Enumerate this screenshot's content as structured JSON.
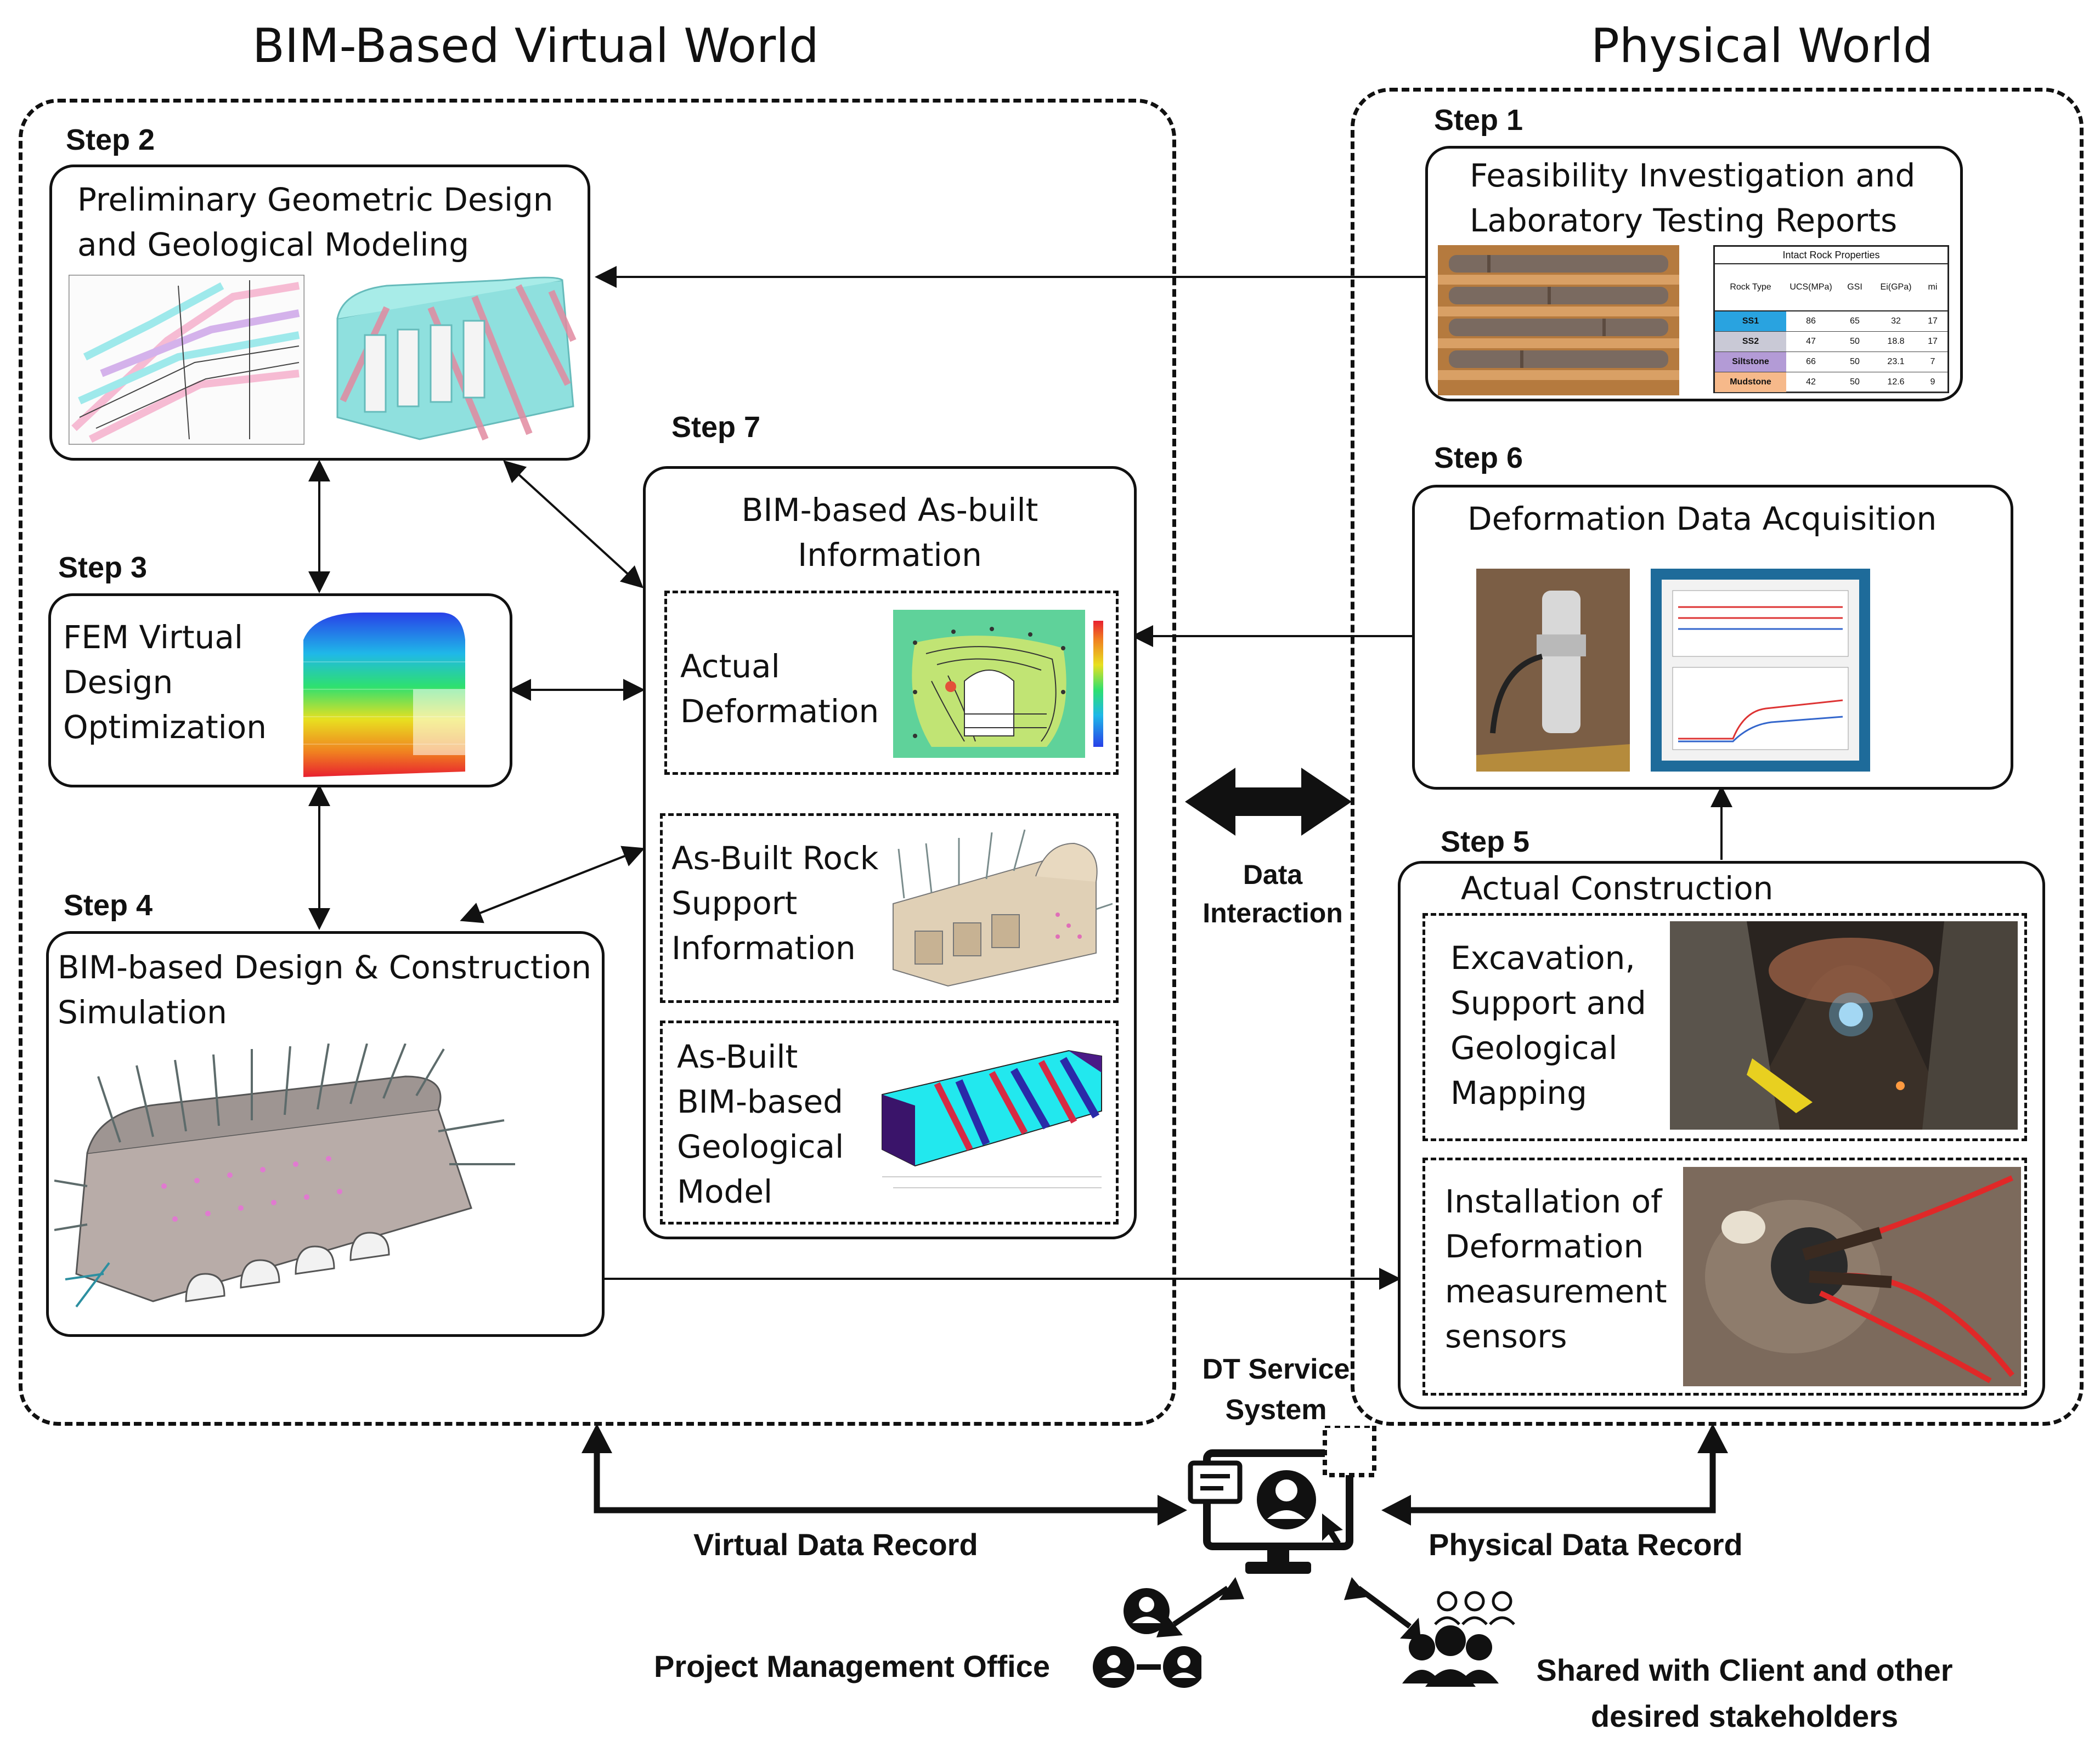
{
  "titles": {
    "virtual_world": "BIM-Based Virtual World",
    "physical_world": "Physical World"
  },
  "steps": {
    "step1": {
      "label": "Step 1",
      "text": [
        "Feasibility Investigation and",
        "Laboratory Testing Reports"
      ]
    },
    "step2": {
      "label": "Step 2",
      "text": [
        "Preliminary Geometric Design",
        "and Geological Modeling"
      ]
    },
    "step3": {
      "label": "Step 3",
      "text": [
        "FEM Virtual",
        "Design",
        "Optimization"
      ]
    },
    "step4": {
      "label": "Step 4",
      "text": [
        "BIM-based Design & Construction",
        "Simulation"
      ]
    },
    "step5": {
      "label": "Step 5",
      "text": [
        "Actual Construction"
      ],
      "sub1": [
        "Excavation,",
        "Support and",
        "Geological",
        "Mapping"
      ],
      "sub2": [
        "Installation of",
        "Deformation",
        "measurement",
        "sensors"
      ]
    },
    "step6": {
      "label": "Step 6",
      "text": [
        "Deformation Data Acquisition"
      ]
    },
    "step7": {
      "label": "Step 7",
      "text": [
        "BIM-based As-built",
        "Information"
      ],
      "sub1": [
        "Actual",
        "Deformation"
      ],
      "sub2": [
        "As-Built Rock",
        "Support",
        "Information"
      ],
      "sub3": [
        "As-Built",
        "BIM-based",
        "Geological",
        "Model"
      ]
    }
  },
  "rock_table": {
    "title": "Intact Rock Properties",
    "headers": [
      "Rock Type",
      "UCS(MPa)",
      "GSI",
      "Ei(GPa)",
      "mi"
    ],
    "rows": [
      {
        "cells": [
          "SS1",
          "86",
          "65",
          "32",
          "17"
        ],
        "color": "#29a3e0"
      },
      {
        "cells": [
          "SS2",
          "47",
          "50",
          "18.8",
          "17"
        ],
        "color": "#c9c9d6"
      },
      {
        "cells": [
          "Siltstone",
          "66",
          "50",
          "23.1",
          "7"
        ],
        "color": "#b39bd6"
      },
      {
        "cells": [
          "Mudstone",
          "42",
          "50",
          "12.6",
          "9"
        ],
        "color": "#f6b98a"
      }
    ]
  },
  "labels": {
    "data_interaction": [
      "Data",
      "Interaction"
    ],
    "dt_service": [
      "DT Service",
      "System"
    ],
    "virtual_record": "Virtual Data Record",
    "physical_record": "Physical Data Record",
    "pmo": "Project Management Office",
    "shared": [
      "Shared with Client and other",
      "desired stakeholders"
    ]
  },
  "icons": [
    "monitor-icon",
    "person-icon",
    "cursor-icon",
    "document-icon",
    "pmo-network-icon",
    "stakeholders-group-icon"
  ]
}
